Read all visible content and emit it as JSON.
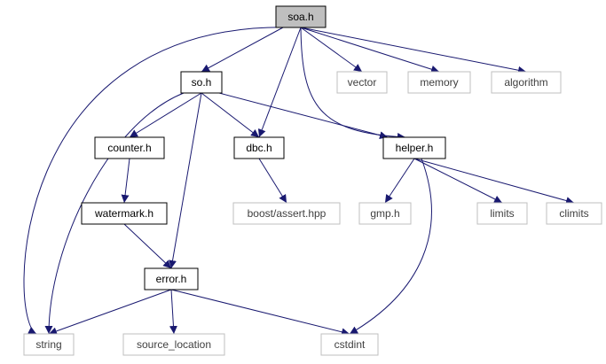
{
  "colors": {
    "edge": "#191970",
    "root_fill": "#bfbfbf",
    "node_border": "#000000",
    "external_border": "#bfbfbf",
    "external_text": "#404040",
    "text": "#000000"
  },
  "nodes": [
    {
      "id": "soa",
      "label": "soa.h",
      "kind": "root"
    },
    {
      "id": "so",
      "label": "so.h",
      "kind": "local"
    },
    {
      "id": "vector",
      "label": "vector",
      "kind": "external"
    },
    {
      "id": "memory",
      "label": "memory",
      "kind": "external"
    },
    {
      "id": "algorithm",
      "label": "algorithm",
      "kind": "external"
    },
    {
      "id": "counter",
      "label": "counter.h",
      "kind": "local"
    },
    {
      "id": "dbc",
      "label": "dbc.h",
      "kind": "local"
    },
    {
      "id": "helper",
      "label": "helper.h",
      "kind": "local"
    },
    {
      "id": "watermark",
      "label": "watermark.h",
      "kind": "local"
    },
    {
      "id": "boost_assert",
      "label": "boost/assert.hpp",
      "kind": "external"
    },
    {
      "id": "gmp",
      "label": "gmp.h",
      "kind": "external"
    },
    {
      "id": "limits",
      "label": "limits",
      "kind": "external"
    },
    {
      "id": "climits",
      "label": "climits",
      "kind": "external"
    },
    {
      "id": "error",
      "label": "error.h",
      "kind": "local"
    },
    {
      "id": "string",
      "label": "string",
      "kind": "external"
    },
    {
      "id": "source_location",
      "label": "source_location",
      "kind": "external"
    },
    {
      "id": "cstdint",
      "label": "cstdint",
      "kind": "external"
    }
  ],
  "edges": [
    {
      "from": "soa",
      "to": "string"
    },
    {
      "from": "soa",
      "to": "so"
    },
    {
      "from": "soa",
      "to": "dbc"
    },
    {
      "from": "soa",
      "to": "vector"
    },
    {
      "from": "soa",
      "to": "memory"
    },
    {
      "from": "soa",
      "to": "algorithm"
    },
    {
      "from": "soa",
      "to": "helper"
    },
    {
      "from": "so",
      "to": "counter"
    },
    {
      "from": "so",
      "to": "dbc"
    },
    {
      "from": "so",
      "to": "helper"
    },
    {
      "from": "so",
      "to": "string"
    },
    {
      "from": "so",
      "to": "error"
    },
    {
      "from": "counter",
      "to": "watermark"
    },
    {
      "from": "watermark",
      "to": "error"
    },
    {
      "from": "dbc",
      "to": "boost_assert"
    },
    {
      "from": "helper",
      "to": "gmp"
    },
    {
      "from": "helper",
      "to": "limits"
    },
    {
      "from": "helper",
      "to": "climits"
    },
    {
      "from": "helper",
      "to": "cstdint"
    },
    {
      "from": "error",
      "to": "string"
    },
    {
      "from": "error",
      "to": "source_location"
    },
    {
      "from": "error",
      "to": "cstdint"
    }
  ]
}
